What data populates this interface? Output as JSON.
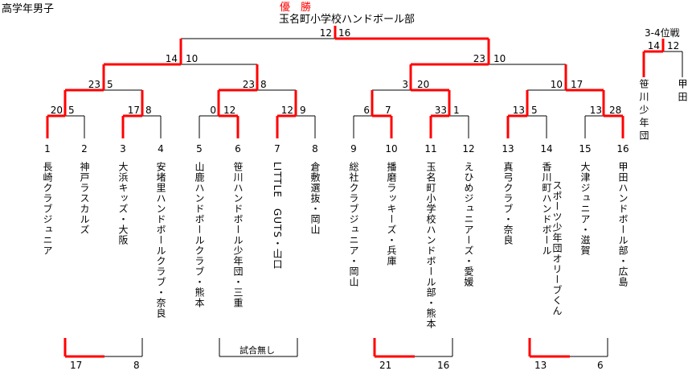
{
  "title": "高学年男子",
  "champion": {
    "label": "優　勝",
    "team": "玉名町小学校ハンドボール部"
  },
  "third_place": {
    "label": "3-4位戦",
    "scores": [
      "14",
      "12"
    ],
    "teams": [
      "笹川少年団",
      "甲田"
    ]
  },
  "teams": [
    {
      "no": "1",
      "name": "長崎クラブジュニア"
    },
    {
      "no": "2",
      "name": "神戸ラスカルズ"
    },
    {
      "no": "3",
      "name": "大浜キッズ・大阪"
    },
    {
      "no": "4",
      "name": "安堵里ハンドボールクラブ・奈良"
    },
    {
      "no": "5",
      "name": "山鹿ハンドボールクラブ・熊本"
    },
    {
      "no": "6",
      "name": "笹川ハンドボール少年団・三重"
    },
    {
      "no": "7",
      "name": "LITTLE　GUTS・山口"
    },
    {
      "no": "8",
      "name": "倉敷選抜・岡山"
    },
    {
      "no": "9",
      "name": "総社クラブジュニア・岡山"
    },
    {
      "no": "10",
      "name": "播磨ラッキーズ・兵庫"
    },
    {
      "no": "11",
      "name": "玉名町小学校ハンドボール部・熊本"
    },
    {
      "no": "12",
      "name": "えひめジュニアーズ・愛媛"
    },
    {
      "no": "13",
      "name": "真弓クラブ・奈良"
    },
    {
      "no": "14",
      "name": "香川町ハンドボール"
    },
    {
      "no": "15",
      "name": "大津ジュニア・滋賀"
    },
    {
      "no": "16",
      "name": "甲田ハンドボール部・広島"
    }
  ],
  "team14_line2": "スポーツ少年団オリーブくん",
  "round1": [
    [
      "20",
      "5"
    ],
    [
      "17",
      "8"
    ],
    [
      "0",
      "12"
    ],
    [
      "12",
      "9"
    ],
    [
      "6",
      "7"
    ],
    [
      "33",
      "1"
    ],
    [
      "13",
      "5"
    ],
    [
      "13",
      "28"
    ]
  ],
  "round2": [
    [
      "23",
      "5"
    ],
    [
      "23",
      "8"
    ],
    [
      "3",
      "20"
    ],
    [
      "10",
      "17"
    ]
  ],
  "round3": [
    [
      "14",
      "10"
    ],
    [
      "23",
      "10"
    ]
  ],
  "final": [
    "12",
    "16"
  ],
  "consolation": [
    {
      "scores": [
        "17",
        "8"
      ]
    },
    {
      "note": "試合無し"
    },
    {
      "scores": [
        "21",
        "16"
      ]
    },
    {
      "scores": [
        "13",
        "6"
      ]
    }
  ],
  "colors": {
    "winner": "#ff0000",
    "line": "#000000"
  }
}
